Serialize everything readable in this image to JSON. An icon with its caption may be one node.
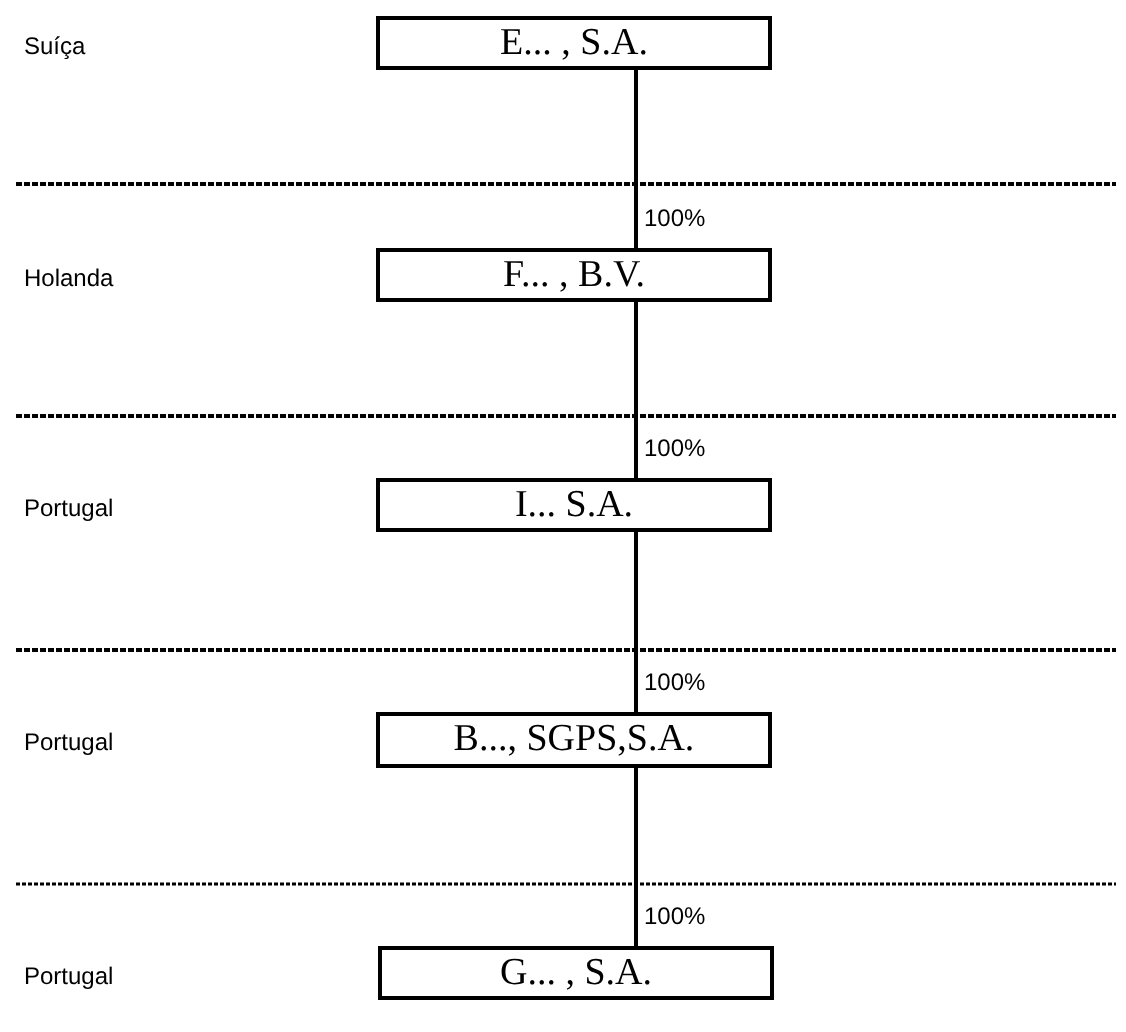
{
  "diagram": {
    "nodes": [
      {
        "text": [
          "E... , S.A."
        ]
      },
      {
        "text": [
          "F... , B.V."
        ]
      },
      {
        "text": [
          "I... S.A."
        ]
      },
      {
        "text": [
          "B..., SGPS,S.A."
        ]
      },
      {
        "text": [
          "G... , S.A."
        ]
      }
    ],
    "edges": [
      {
        "from": 0,
        "to": 1,
        "arrow": "none",
        "label": "100%"
      },
      {
        "from": 1,
        "to": 2,
        "arrow": "none",
        "label": "100%"
      },
      {
        "from": 2,
        "to": 3,
        "arrow": "none",
        "label": "100%"
      },
      {
        "from": 3,
        "to": 4,
        "arrow": "none",
        "label": "100%"
      }
    ],
    "labels": [
      "Suíça",
      "Holanda",
      "Portugal",
      "Portugal",
      "Portugal"
    ]
  }
}
